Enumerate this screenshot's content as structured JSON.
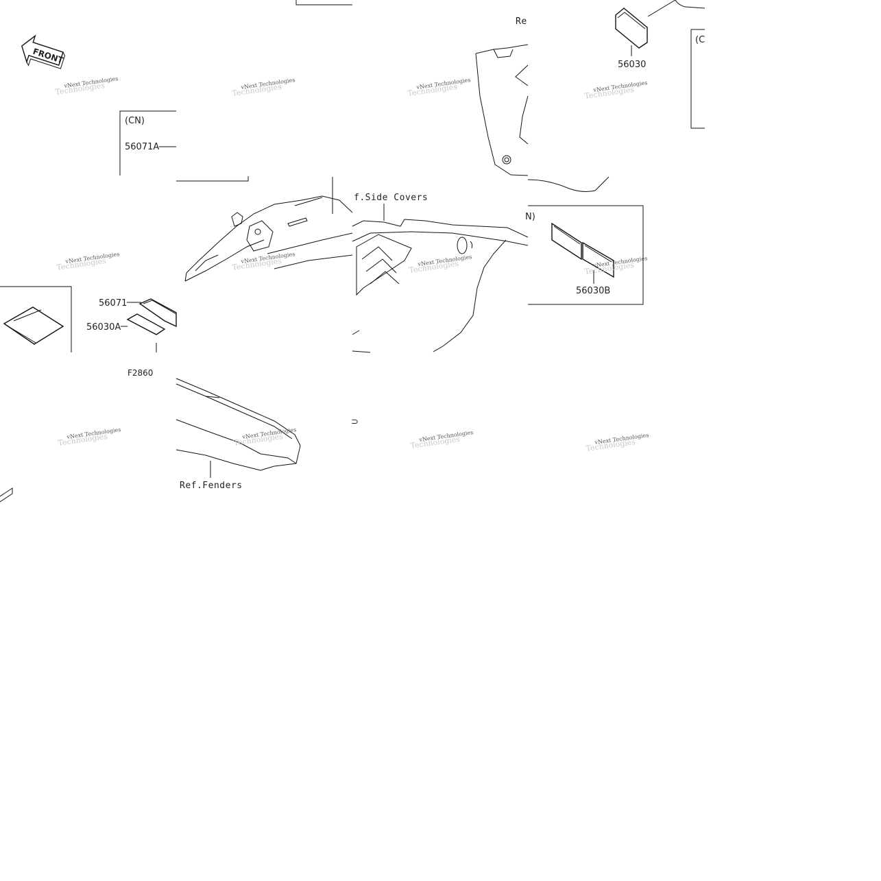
{
  "parts": {
    "p56030": "56030",
    "p56071A": "56071A",
    "p56071": "56071",
    "p56030A": "56030A",
    "p56030B": "56030B"
  },
  "frames": {
    "cn_top_left": "(CN)",
    "cn_right_partial": "(C",
    "cn_mid_right_partial": "N)"
  },
  "refs": {
    "side_covers": "f.Side Covers",
    "fenders": "Ref.Fenders",
    "top_partial": "Re"
  },
  "figure_code": "F2860",
  "front_arrow_label": "FRONT",
  "watermark": {
    "line1": "vNext Technologies",
    "line2": "Technologies"
  },
  "partial_glyph": "⊃"
}
